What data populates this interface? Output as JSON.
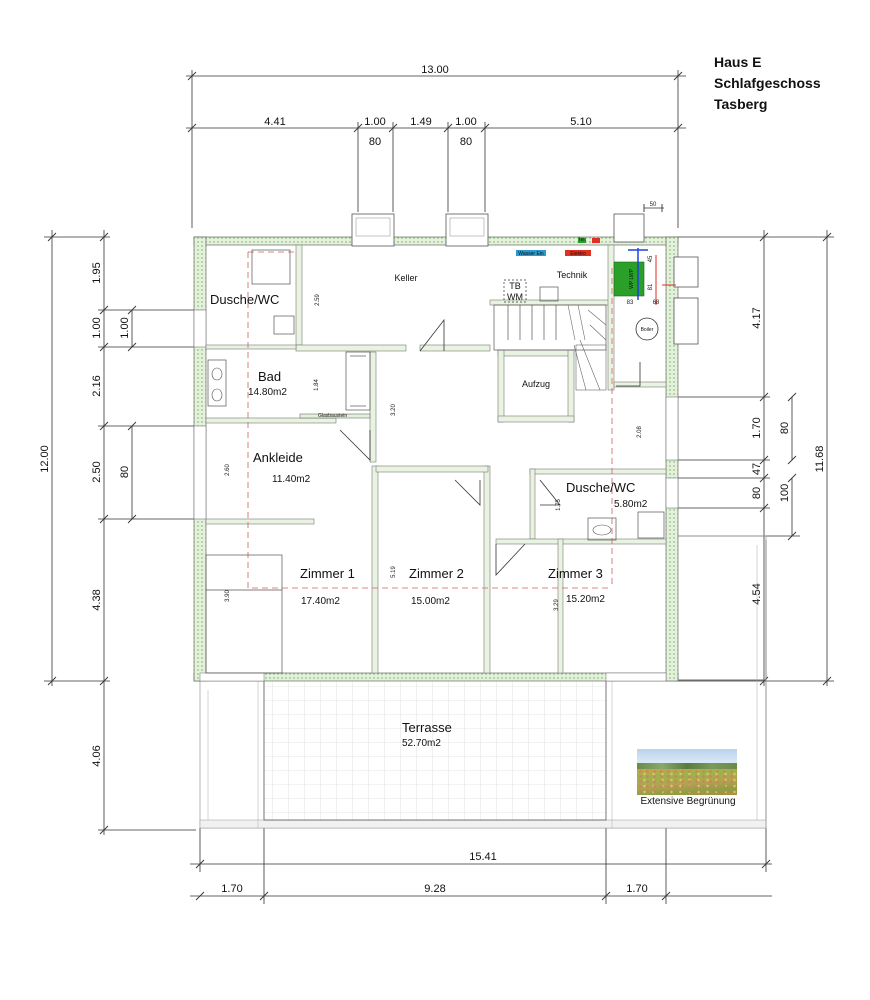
{
  "title": {
    "line1": "Haus E",
    "line2": "Schlafgeschoss",
    "line3": "Tasberg"
  },
  "dimensions": {
    "top_total": "13.00",
    "top_segments": [
      "4.41",
      "1.00",
      "1.49",
      "1.00",
      "5.10"
    ],
    "window_widths": [
      "80",
      "80"
    ],
    "small_50": "50",
    "left_total": "12.00",
    "left_segments": [
      "1.95",
      "1.00",
      "2.16",
      "2.50",
      "4.38",
      "4.06"
    ],
    "left_inner_a": "1.00",
    "left_inner_b": "80",
    "right_total": "11.68",
    "right_segments": [
      "4.17",
      "1.70",
      "47",
      "80",
      "4.54"
    ],
    "right_inner_a": "80",
    "right_inner_b": "100",
    "bottom_total": "15.41",
    "bottom_segments": [
      "1.70",
      "9.28",
      "1.70"
    ],
    "inner": [
      "2.59",
      "1.84",
      "3.20",
      "2.60",
      "2.08",
      "3.90",
      "5.19",
      "1.75",
      "3.29",
      "45",
      "81",
      "83",
      "68"
    ]
  },
  "rooms": {
    "dusche_wc_1": "Dusche/WC",
    "keller": "Keller",
    "technik": "Technik",
    "tb": "TB",
    "wm": "WM",
    "wp_lwp": "WP LWP",
    "boiler": "Boiler",
    "bad": "Bad",
    "bad_area": "14.80m2",
    "aufzug": "Aufzug",
    "ankleide": "Ankleide",
    "ankleide_area": "11.40m2",
    "dusche_wc_2": "Dusche/WC",
    "dusche_wc_2_area": "5.80m2",
    "zimmer1": "Zimmer  1",
    "zimmer1_area": "17.40m2",
    "zimmer2": "Zimmer 2",
    "zimmer2_area": "15.00m2",
    "zimmer3": "Zimmer  3",
    "zimmer3_area": "15.20m2",
    "terrasse": "Terrasse",
    "terrasse_area": "52.70m2"
  },
  "equipment": {
    "wasser": "Wasser Ein",
    "elektro": "Elektro",
    "tel": "Tel.",
    "glasbaustein": "Glasbaustein"
  },
  "photo": {
    "caption": "Extensive Begrünung"
  },
  "colors": {
    "wall_fill": "#e4f1db",
    "wall_dot": "#6aaa5a",
    "electric": "#e03020",
    "water": "#2a9ad0",
    "heatpump": "#2aa02a",
    "hidden_line": "#d06060",
    "pipe_blue": "#2040e0"
  }
}
